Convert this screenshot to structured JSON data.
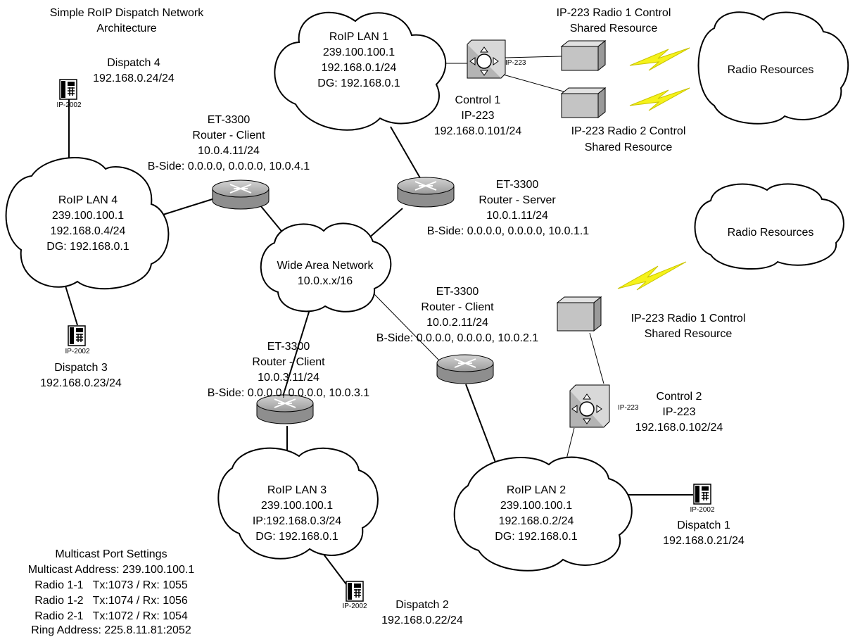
{
  "title": [
    "Simple RoIP Dispatch Network",
    "Architecture"
  ],
  "clouds": {
    "lan1": [
      "RoIP LAN 1",
      "239.100.100.1",
      "192.168.0.1/24",
      "DG: 192.168.0.1"
    ],
    "lan2": [
      "RoIP LAN 2",
      "239.100.100.1",
      "192.168.0.2/24",
      "DG: 192.168.0.1"
    ],
    "lan3": [
      "RoIP LAN 3",
      "239.100.100.1",
      "IP:192.168.0.3/24",
      "DG: 192.168.0.1"
    ],
    "lan4": [
      "RoIP LAN 4",
      "239.100.100.1",
      "192.168.0.4/24",
      "DG: 192.168.0.1"
    ],
    "wan": [
      "Wide Area Network",
      "10.0.x.x/16"
    ],
    "radio_top": [
      "Radio Resources"
    ],
    "radio_mid": [
      "Radio Resources"
    ]
  },
  "routers": {
    "lan4_client": [
      "ET-3300",
      "Router - Client",
      "10.0.4.11/24",
      "B-Side: 0.0.0.0, 0.0.0.0, 10.0.4.1"
    ],
    "lan1_server": [
      "ET-3300",
      "Router - Server",
      "10.0.1.11/24",
      "B-Side: 0.0.0.0, 0.0.0.0, 10.0.1.1"
    ],
    "lan2_client": [
      "ET-3300",
      "Router - Client",
      "10.0.2.11/24",
      "B-Side: 0.0.0.0, 0.0.0.0, 10.0.2.1"
    ],
    "lan3_client": [
      "ET-3300",
      "Router - Client",
      "10.0.3.11/24",
      "B-Side: 0.0.0.0, 0.0.0.0, 10.0.3.1"
    ]
  },
  "controls": {
    "control1": [
      "Control 1",
      "IP-223",
      "192.168.0.101/24"
    ],
    "control2": [
      "Control 2",
      "IP-223",
      "192.168.0.102/24"
    ],
    "device_tag": "IP-223"
  },
  "shared_resources": {
    "radio1_top": [
      "IP-223 Radio 1 Control",
      "Shared Resource"
    ],
    "radio2_top": [
      "IP-223 Radio 2 Control",
      "Shared Resource"
    ],
    "radio1_mid": [
      "IP-223 Radio 1 Control",
      "Shared Resource"
    ]
  },
  "dispatch": {
    "phone_tag": "IP-2002",
    "d1": [
      "Dispatch 1",
      "192.168.0.21/24"
    ],
    "d2": [
      "Dispatch 2",
      "192.168.0.22/24"
    ],
    "d3": [
      "Dispatch 3",
      "192.168.0.23/24"
    ],
    "d4": [
      "Dispatch 4",
      "192.168.0.24/24"
    ]
  },
  "multicast": [
    "Multicast Port Settings",
    "Multicast Address: 239.100.100.1",
    "Radio 1-1   Tx:1073 / Rx: 1055",
    "Radio 1-2   Tx:1074 / Rx: 1056",
    "Radio 2-1   Tx:1072 / Rx: 1054",
    "Ring Address: 225.8.11.81:2052"
  ],
  "colors": {
    "router_fill": "#a9a9a9",
    "radio_box_fill": "#c4c4c4",
    "control_fill": "#b4b4b4",
    "lightning": "#f5f21a"
  }
}
